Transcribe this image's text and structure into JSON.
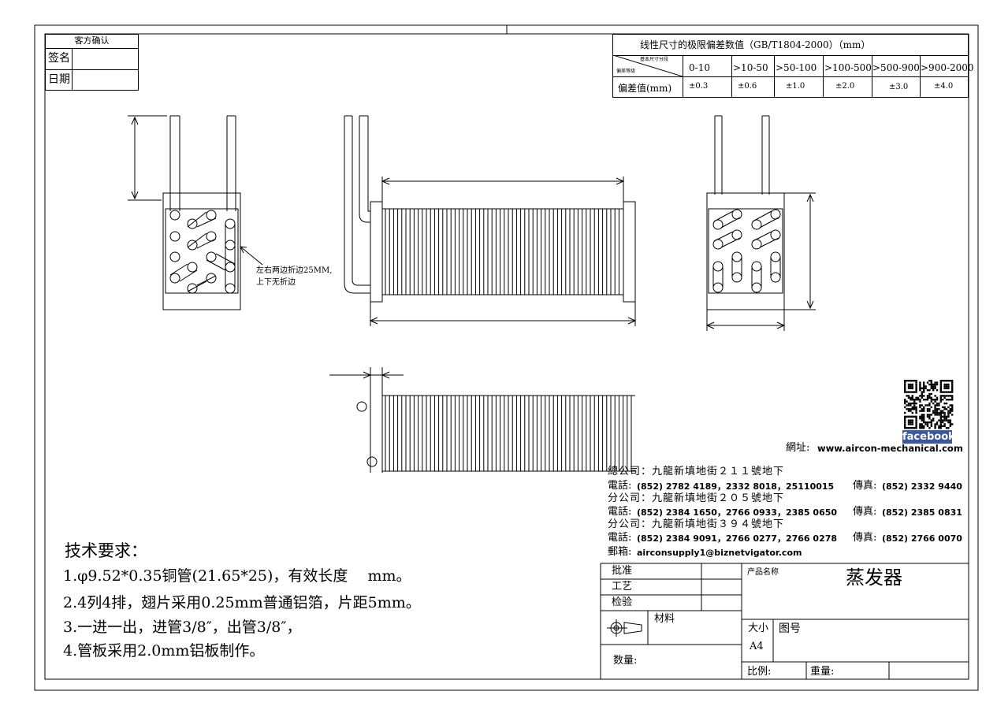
{
  "confirm_box": {
    "title": "客方确认",
    "sign_label": "签名",
    "date_label": "日期"
  },
  "tolerance_table": {
    "title": "线性尺寸的极限偏差数值（GB/T1804-2000）（mm）",
    "header_top": "基本尺寸分段",
    "header_bottom": "偏差等级",
    "ranges": [
      "0-10",
      ">10-50",
      ">50-100",
      ">100-500",
      ">500-900",
      ">900-2000"
    ],
    "row_label": "偏差值(mm)",
    "values": [
      "±0.3",
      "±0.6",
      "±1.0",
      "±2.0",
      "±3.0",
      "±4.0"
    ]
  },
  "fold_note": {
    "line1": "左右两边折边25MM,",
    "line2": "上下无折边"
  },
  "qr": {
    "facebook_label": "facebook"
  },
  "company": {
    "website_label": "網址:",
    "website": "www.aircon-mechanical.com",
    "head_office": "總公司：九龍新填地街２１１號地下",
    "tel1_label": "電話:",
    "tel1": "(852) 2782 4189，2332 8018，25110015",
    "fax1_label": "傳真:",
    "fax1": "(852) 2332 9440",
    "branch1": "分公司：九龍新填地街２０５號地下",
    "tel2_label": "電話:",
    "tel2": "(852) 2384 1650，2766 0933，2385 0650",
    "fax2_label": "傳真:",
    "fax2": "(852) 2385 0831",
    "branch2": "分公司：九龍新填地街３９４號地下",
    "tel3_label": "電話:",
    "tel3": "(852) 2384 9091，2766 0277，2766 0278",
    "fax3_label": "傳真:",
    "fax3": "(852) 2766 0070",
    "email_label": "郵箱:",
    "email": "airconsupply1@biznetvigator.com"
  },
  "tech_requirements": {
    "title": "技术要求：",
    "items": [
      "1.φ9.52*0.35铜管(21.65*25)，有效长度　  mm。",
      "2.4列4排，翅片采用0.25mm普通铝箔，片距5mm。",
      "3.一进一出，进管3/8″，出管3/8″，",
      "4.管板采用2.0mm铝板制作。"
    ]
  },
  "title_block": {
    "approve": "批准",
    "process": "工艺",
    "inspect": "检验",
    "material_label": "材料",
    "quantity_label": "数量:",
    "product_name_label": "产品名称",
    "product_name": "蒸发器",
    "size_label": "大小",
    "size_value": "A4",
    "drawing_no_label": "图号",
    "scale_label": "比例:",
    "weight_label": "重量:"
  }
}
